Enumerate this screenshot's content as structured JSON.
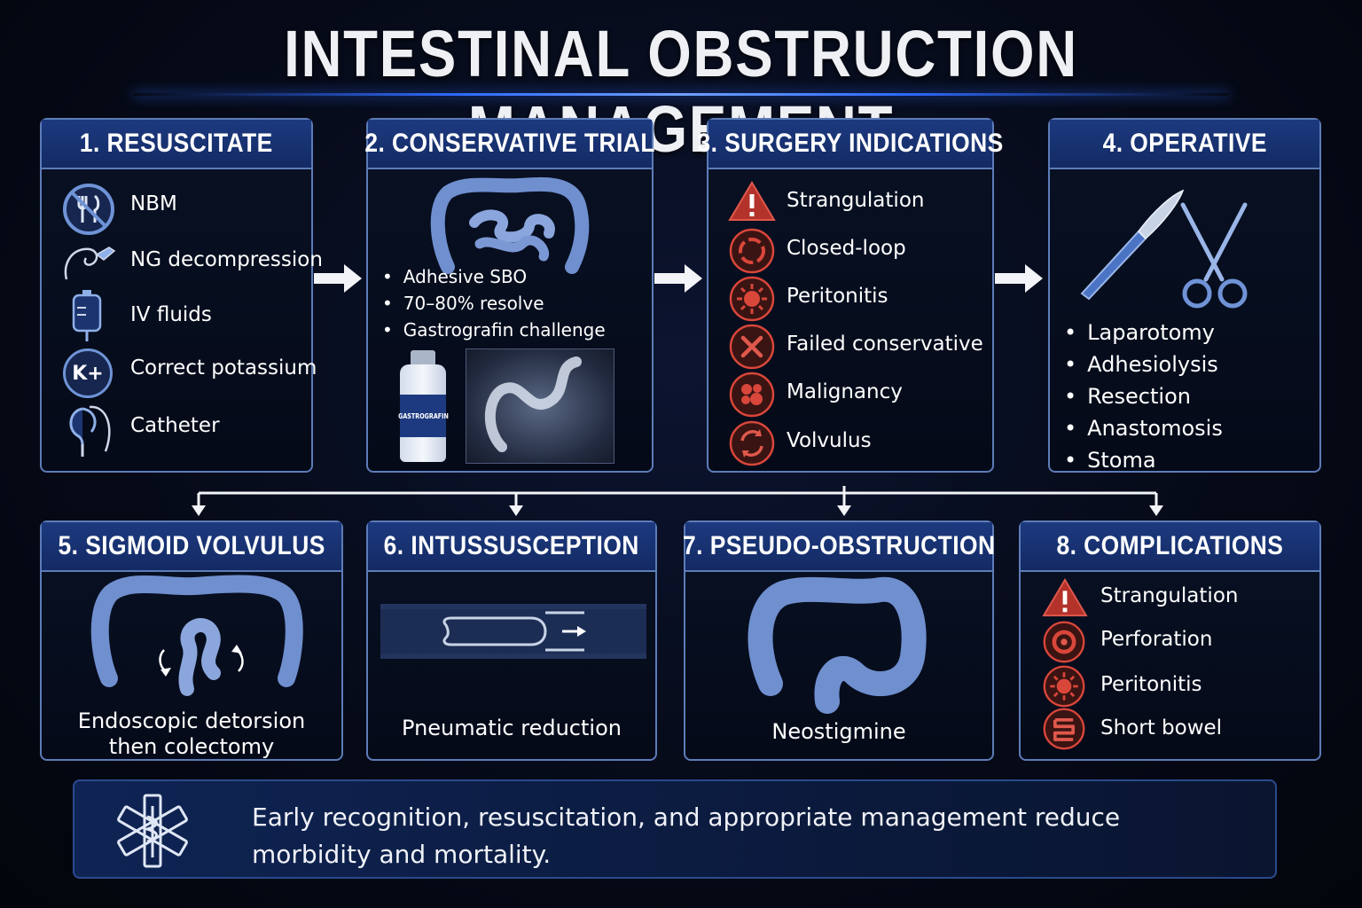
{
  "title": "INTESTINAL OBSTRUCTION MANAGEMENT",
  "cards": {
    "resuscitate": {
      "heading": "1. RESUSCITATE",
      "items": [
        "NBM",
        "NG decompression",
        "IV fluids",
        "Correct potassium",
        "Catheter"
      ],
      "potassium_symbol": "K+"
    },
    "conservative": {
      "heading": "2. CONSERVATIVE TRIAL",
      "bullets": [
        "Adhesive SBO",
        "70–80% resolve",
        "Gastrografin challenge"
      ],
      "bottle_label": "GASTROGRAFIN"
    },
    "surgery": {
      "heading": "3. SURGERY INDICATIONS",
      "items": [
        "Strangulation",
        "Closed-loop",
        "Peritonitis",
        "Failed conservative",
        "Malignancy",
        "Volvulus"
      ]
    },
    "operative": {
      "heading": "4. OPERATIVE",
      "bullets": [
        "Laparotomy",
        "Adhesiolysis",
        "Resection",
        "Anastomosis",
        "Stoma"
      ]
    },
    "sigmoid": {
      "heading": "5. SIGMOID VOLVULUS",
      "caption": "Endoscopic detorsion then colectomy"
    },
    "intussusception": {
      "heading": "6. INTUSSUSCEPTION",
      "caption": "Pneumatic reduction"
    },
    "pseudo": {
      "heading": "7. PSEUDO-OBSTRUCTION",
      "caption": "Neostigmine"
    },
    "complications": {
      "heading": "8. COMPLICATIONS",
      "items": [
        "Strangulation",
        "Perforation",
        "Peritonitis",
        "Short bowel"
      ]
    }
  },
  "footer": {
    "text": "Early recognition, resuscitation, and appropriate management reduce morbidity and mortality."
  },
  "colors": {
    "accent_blue": "#2f6bff",
    "header_blue": "#1d3a80",
    "border": "#5d7cb8",
    "warning_red": "#d9463a",
    "icon_blue": "#6f93d6"
  },
  "icons": [
    "no-food-icon",
    "ng-tube-icon",
    "iv-bag-icon",
    "potassium-icon",
    "catheter-icon",
    "warning-icon",
    "closed-loop-icon",
    "peritonitis-icon",
    "failed-icon",
    "malignancy-icon",
    "volvulus-icon",
    "scalpel-icon",
    "scissors-icon",
    "star-of-life-icon"
  ]
}
